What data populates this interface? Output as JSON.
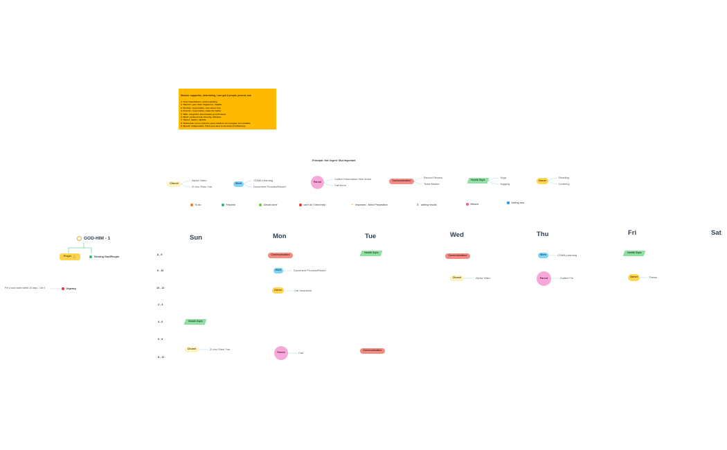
{
  "sticky": {
    "title": "Mission: supportive, determining, Love god & people; present; real",
    "lines": [
      "1. God: hopefulness, understanding",
      "2. Parents: give them happiness, helpful",
      "3. Brother: responsible, care about him",
      "4. Friends: responsible, make life better",
      "5. Wife: insightful, determinant good listener",
      "6. Work: professional, friendly, initiative",
      "7. Owner: leader, reliable",
      "8. Teammate: cross cultural, open-minded, encouraged, accountable",
      "9. Myself: independent, 'Find your best to be fairly (Confidence)"
    ],
    "color": "#ffb900"
  },
  "principal": "Principal: Not Urgent / But Important",
  "categories": {
    "church": {
      "label": "Church",
      "children": [
        "Alpha Video",
        "Zi chu Shen Yue"
      ]
    },
    "work": {
      "label": "Work",
      "children": [
        "CDMA Learning",
        "Document Process/Resort"
      ]
    },
    "parent": {
      "label": "Parent",
      "children": [
        "Collect Information then share",
        "Call them"
      ]
    },
    "communication": {
      "label": "Communication",
      "children": [
        "Record Review",
        "Toast Master"
      ]
    },
    "health": {
      "label": "Health Style",
      "children": [
        "Yoga",
        "Jogging"
      ]
    },
    "owner": {
      "label": "Owner",
      "children": [
        "Reading",
        "Learning"
      ]
    }
  },
  "legend": [
    {
      "label": "To do",
      "color": "#f4762b"
    },
    {
      "label": "Finished",
      "color": "#2eb872"
    },
    {
      "label": "Almost done",
      "color": "#7cc242"
    },
    {
      "label": "can't do / Need help",
      "color": "#e53935"
    },
    {
      "label": "Important - Need Preparation",
      "color": "#f6a623"
    },
    {
      "label": "waiting results",
      "color": "#26a69a"
    },
    {
      "label": "Missed",
      "color": "#f06292"
    },
    {
      "label": "Adding new",
      "color": "#2196f3"
    }
  ],
  "godhim": {
    "title": "GOD-HIM - 1",
    "prayer": "Prayer",
    "prayer_emoji": "🙏",
    "serving": "Serving God/People",
    "urgency": "Urgency",
    "urgency_note": "Pre a auto claim within 15 days - Oct 4"
  },
  "days": [
    "Sun",
    "Mon",
    "Tue",
    "Wed",
    "Thu",
    "Fri",
    "Sat"
  ],
  "times": [
    "8 - 9",
    "9 - 10",
    "10 - 12",
    "2 - 4",
    "4 - 6",
    "6 - 8",
    "8 - 11"
  ],
  "schedule": {
    "mon_comm": "Communication",
    "mon_work": "Work",
    "mon_work_child": "Document Process/Resort",
    "mon_owner": "Owner",
    "mon_owner_child": "Car Insurance",
    "tue_health": "Health Style",
    "wed_comm": "Communication",
    "wed_church": "Church",
    "wed_church_child": "Alpha Video",
    "thu_work": "Work",
    "thu_work_child": "CDMA Learning",
    "thu_parent": "Parent",
    "thu_parent_child": "Collect Fin",
    "fri_health": "Health Style",
    "fri_owner": "Owner",
    "fri_owner_child": "Thesis",
    "sun_health": "Health Style",
    "sun_church": "Church",
    "sun_church_child": "Zi chu Shen Yue",
    "mon_parent": "Parent",
    "mon_parent_child": "Call",
    "tue_comm": "Communication"
  }
}
